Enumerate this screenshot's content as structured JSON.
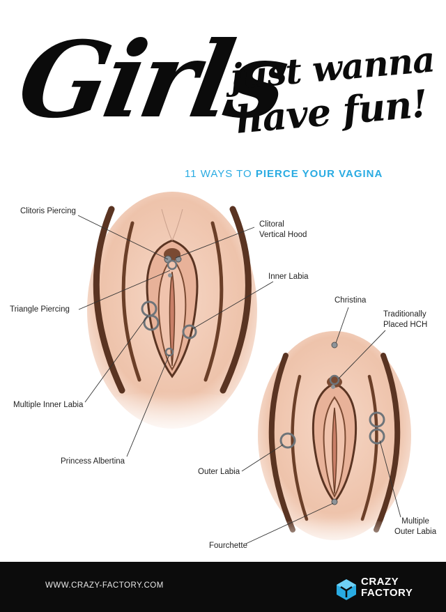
{
  "title": {
    "big": "Girls",
    "line1": "just wanna",
    "line2": "have fun!"
  },
  "subtitle": {
    "part1": "11 WAYS TO ",
    "part2": "PIERCE YOUR VAGINA"
  },
  "labels": {
    "clitoris": "Clitoris Piercing",
    "vch_1": "Clitoral",
    "vch_2": "Vertical Hood",
    "inner_labia": "Inner Labia",
    "triangle": "Triangle Piercing",
    "multiple_inner": "Multiple Inner Labia",
    "princess": "Princess Albertina",
    "christina": "Christina",
    "hch_1": "Traditionally",
    "hch_2": "Placed HCH",
    "outer_labia": "Outer Labia",
    "fourchette": "Fourchette",
    "multiple_outer_1": "Multiple",
    "multiple_outer_2": "Outer Labia"
  },
  "footer": {
    "url": "WWW.CRAZY-FACTORY.COM",
    "logo_line1": "CRAZY",
    "logo_line2": "FACTORY"
  },
  "colors": {
    "accent": "#29abe2",
    "skin": "#f2cbb5",
    "outline": "#5a3422",
    "footer_bg": "#0c0c0c"
  }
}
